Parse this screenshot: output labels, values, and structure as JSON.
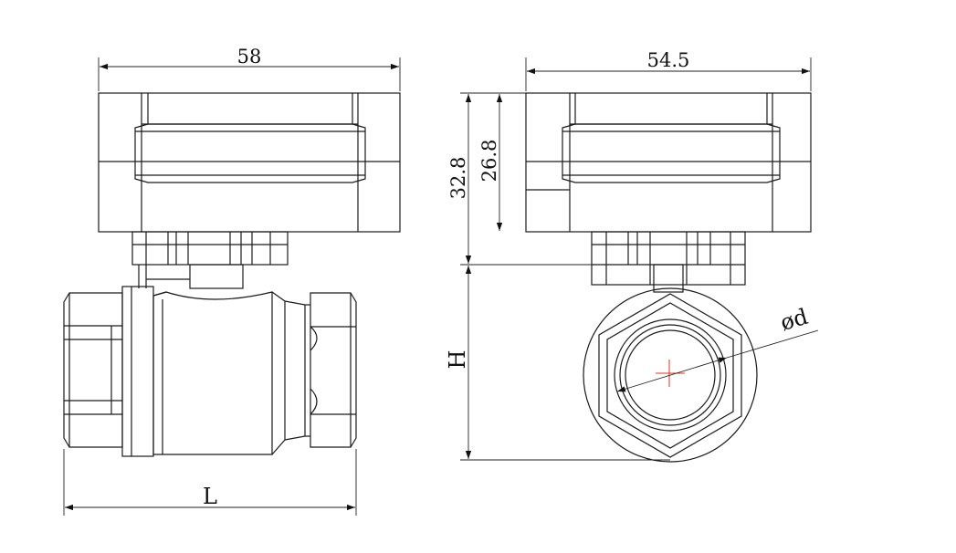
{
  "dimensions": {
    "side_view_width": "58",
    "front_view_width": "54.5",
    "total_height": "32.8",
    "actuator_height": "26.8",
    "body_length": "L",
    "body_height": "H",
    "port_diameter": "ød"
  },
  "colors": {
    "line": "#1a1a1a",
    "center_mark": "#e0302a",
    "background": "#ffffff"
  }
}
